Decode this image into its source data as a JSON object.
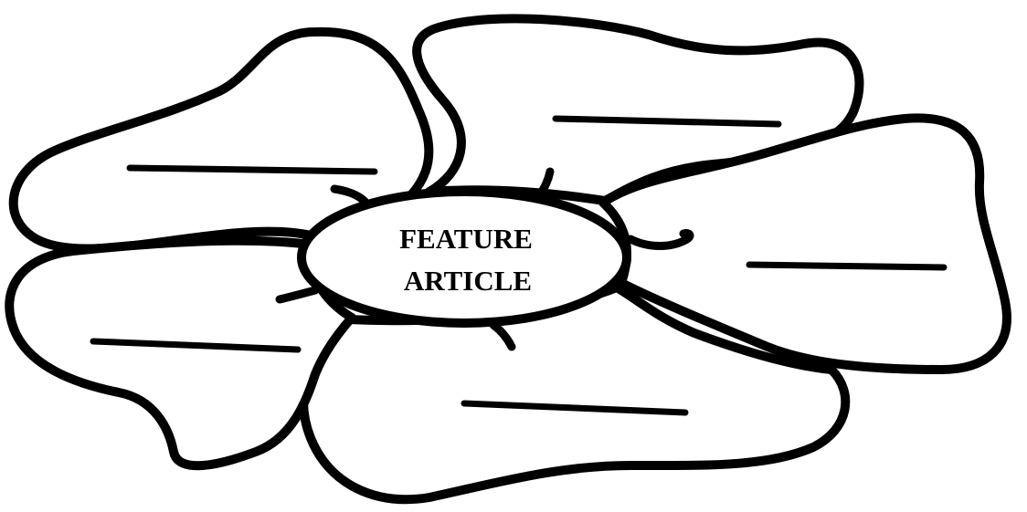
{
  "center": {
    "line1": "FEATURE",
    "line2": "ARTICLE"
  },
  "petals": [
    {
      "name": "petal-top-left",
      "content": ""
    },
    {
      "name": "petal-top",
      "content": ""
    },
    {
      "name": "petal-right",
      "content": ""
    },
    {
      "name": "petal-bottom",
      "content": ""
    },
    {
      "name": "petal-left",
      "content": ""
    }
  ],
  "colors": {
    "stroke": "#000000",
    "fill": "#ffffff"
  }
}
